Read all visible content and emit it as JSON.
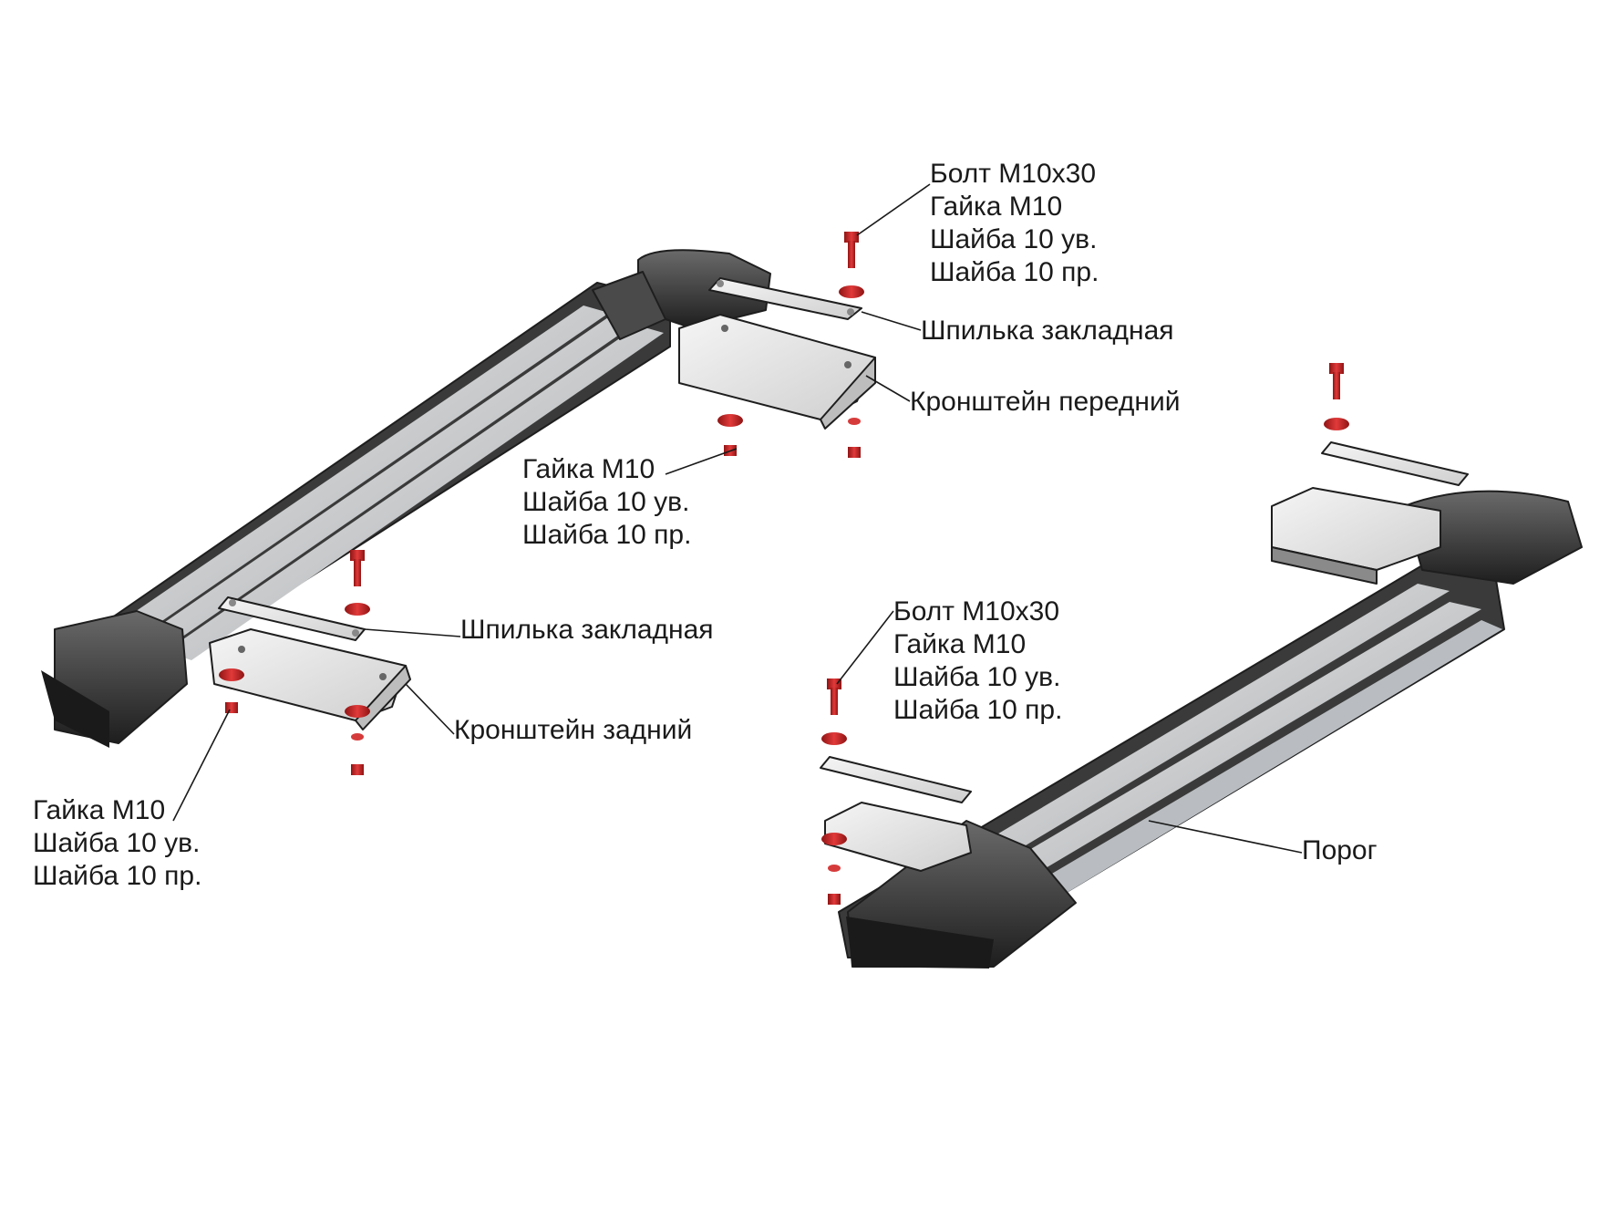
{
  "diagram": {
    "background": "#ffffff",
    "colors": {
      "fastener_red": "#d42a2a",
      "step_dark": "#2e2e2e",
      "step_silver": "#c9cccf",
      "bracket_light": "#e4e4e4"
    },
    "callouts": {
      "front_bolt_set": [
        "Болт М10х30",
        "Гайка М10",
        "Шайба 10 ув.",
        "Шайба 10 пр."
      ],
      "front_stud": "Шпилька закладная",
      "front_bracket": "Кронштейн передний",
      "left_mid_nut_set": [
        "Гайка М10",
        "Шайба 10 ув.",
        "Шайба 10 пр."
      ],
      "rear_stud": "Шпилька закладная",
      "rear_bracket": "Кронштейн задний",
      "left_rear_nut_set": [
        "Гайка М10",
        "Шайба 10 ув.",
        "Шайба 10 пр."
      ],
      "right_bolt_set": [
        "Болт М10х30",
        "Гайка М10",
        "Шайба 10 ув.",
        "Шайба 10 пр."
      ],
      "step_board": "Порог"
    }
  }
}
